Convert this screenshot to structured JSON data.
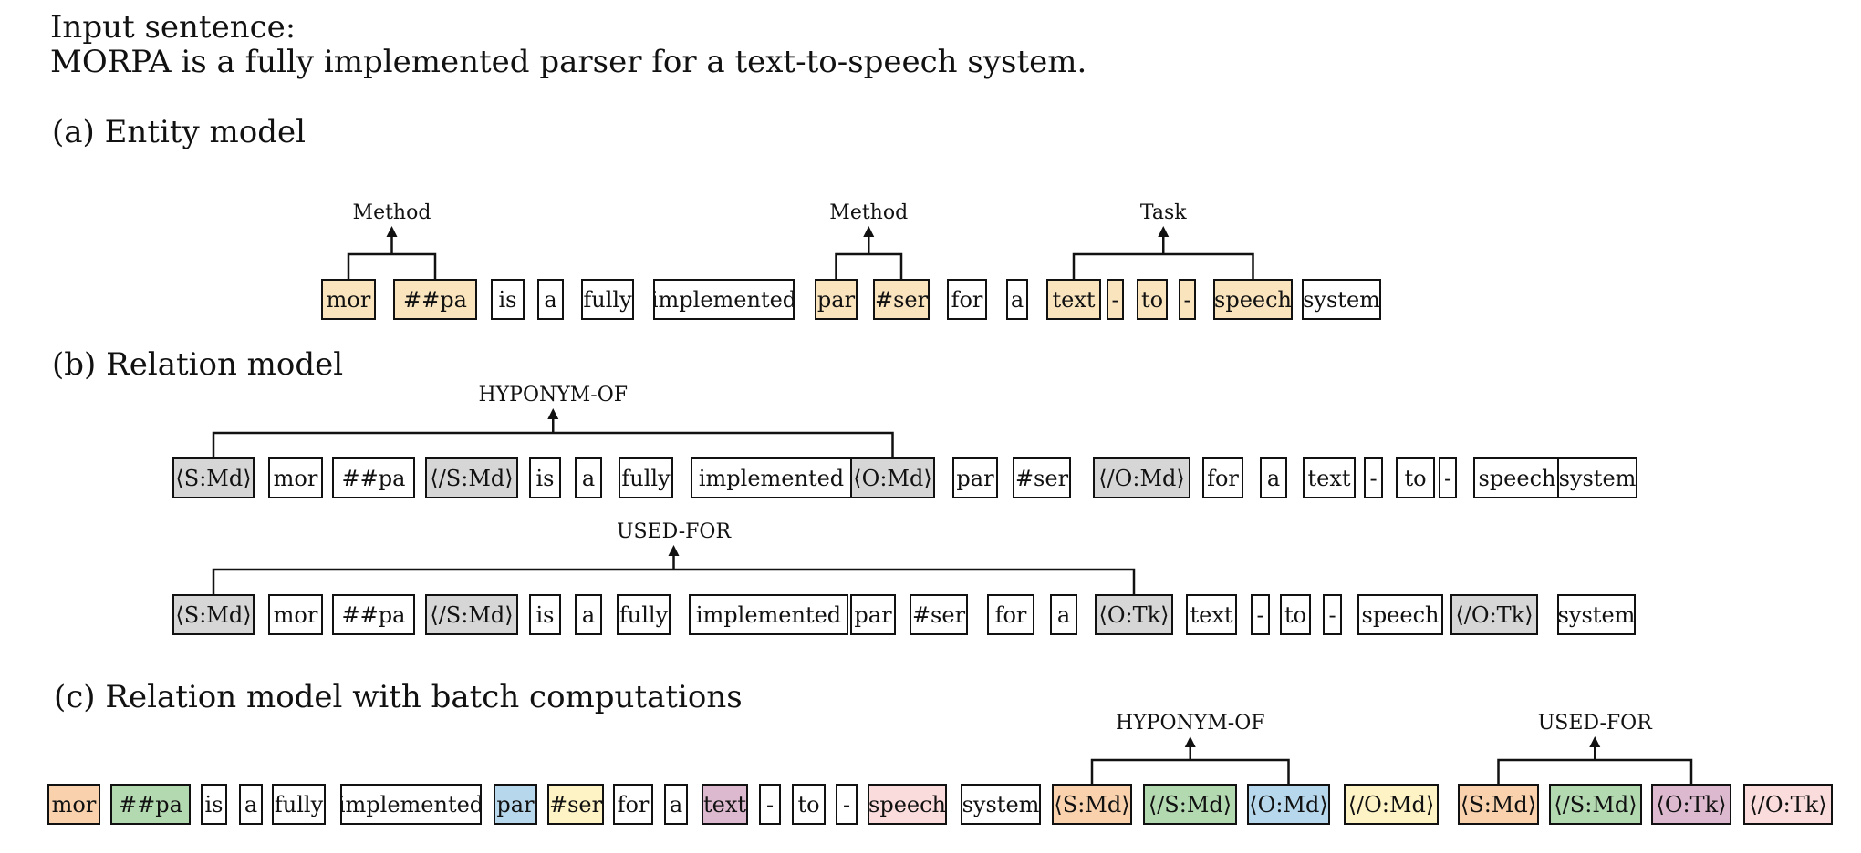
{
  "input": {
    "label": "Input sentence:",
    "sentence": "MORPA is a fully implemented parser for a text-to-speech system."
  },
  "panels": {
    "a": {
      "title": "(a) Entity model"
    },
    "b": {
      "title": "(b) Relation model"
    },
    "c": {
      "title": "(c) Relation model with batch computations"
    }
  },
  "colors": {
    "white": "#ffffff",
    "entity": "#f9e4bd",
    "marker": "#d6d6d6",
    "orange": "#f9d1ad",
    "green": "#b3d9b0",
    "blue": "#b6d7ec",
    "yellow": "#fdf3c4",
    "purple": "#ddb9cf",
    "pink": "#fbdcdc"
  },
  "rows": [
    {
      "id": "entity-row",
      "tokens": [
        {
          "t": "mor",
          "c": "entity"
        },
        {
          "t": "##pa",
          "c": "entity"
        },
        {
          "t": "is",
          "c": "white"
        },
        {
          "t": "a",
          "c": "white"
        },
        {
          "t": "fully",
          "c": "white"
        },
        {
          "t": "implemented",
          "c": "white"
        },
        {
          "t": "par",
          "c": "entity"
        },
        {
          "t": "#ser",
          "c": "entity"
        },
        {
          "t": "for",
          "c": "white"
        },
        {
          "t": "a",
          "c": "white"
        },
        {
          "t": "text",
          "c": "entity"
        },
        {
          "t": "-",
          "c": "entity"
        },
        {
          "t": "to",
          "c": "entity"
        },
        {
          "t": "-",
          "c": "entity"
        },
        {
          "t": "speech",
          "c": "entity"
        },
        {
          "t": "system",
          "c": "white"
        }
      ],
      "connectors": [
        {
          "label": "Method",
          "from": 0,
          "to": 1
        },
        {
          "label": "Method",
          "from": 6,
          "to": 7
        },
        {
          "label": "Task",
          "from": 10,
          "to": 14
        }
      ]
    },
    {
      "id": "relation-row-hyponym",
      "tokens": [
        {
          "t": "⟨S:Md⟩",
          "c": "marker"
        },
        {
          "t": "mor",
          "c": "white"
        },
        {
          "t": "##pa",
          "c": "white"
        },
        {
          "t": "⟨/S:Md⟩",
          "c": "marker"
        },
        {
          "t": "is",
          "c": "white"
        },
        {
          "t": "a",
          "c": "white"
        },
        {
          "t": "fully",
          "c": "white"
        },
        {
          "t": "implemented",
          "c": "white"
        },
        {
          "t": "⟨O:Md⟩",
          "c": "marker"
        },
        {
          "t": "par",
          "c": "white"
        },
        {
          "t": "#ser",
          "c": "white"
        },
        {
          "t": "⟨/O:Md⟩",
          "c": "marker"
        },
        {
          "t": "for",
          "c": "white"
        },
        {
          "t": "a",
          "c": "white"
        },
        {
          "t": "text",
          "c": "white"
        },
        {
          "t": "-",
          "c": "white"
        },
        {
          "t": "to",
          "c": "white"
        },
        {
          "t": "-",
          "c": "white"
        },
        {
          "t": "speech",
          "c": "white"
        },
        {
          "t": "system",
          "c": "white"
        }
      ],
      "connectors": [
        {
          "label": "HYPONYM-OF",
          "from": 0,
          "to": 8
        }
      ]
    },
    {
      "id": "relation-row-usedfor",
      "tokens": [
        {
          "t": "⟨S:Md⟩",
          "c": "marker"
        },
        {
          "t": "mor",
          "c": "white"
        },
        {
          "t": "##pa",
          "c": "white"
        },
        {
          "t": "⟨/S:Md⟩",
          "c": "marker"
        },
        {
          "t": "is",
          "c": "white"
        },
        {
          "t": "a",
          "c": "white"
        },
        {
          "t": "fully",
          "c": "white"
        },
        {
          "t": "implemented",
          "c": "white"
        },
        {
          "t": "par",
          "c": "white"
        },
        {
          "t": "#ser",
          "c": "white"
        },
        {
          "t": "for",
          "c": "white"
        },
        {
          "t": "a",
          "c": "white"
        },
        {
          "t": "⟨O:Tk⟩",
          "c": "marker"
        },
        {
          "t": "text",
          "c": "white"
        },
        {
          "t": "-",
          "c": "white"
        },
        {
          "t": "to",
          "c": "white"
        },
        {
          "t": "-",
          "c": "white"
        },
        {
          "t": "speech",
          "c": "white"
        },
        {
          "t": "⟨/O:Tk⟩",
          "c": "marker"
        },
        {
          "t": "system",
          "c": "white"
        }
      ],
      "connectors": [
        {
          "label": "USED-FOR",
          "from": 0,
          "to": 12
        }
      ]
    },
    {
      "id": "batch-row",
      "tokens": [
        {
          "t": "mor",
          "c": "orange"
        },
        {
          "t": "##pa",
          "c": "green"
        },
        {
          "t": "is",
          "c": "white"
        },
        {
          "t": "a",
          "c": "white"
        },
        {
          "t": "fully",
          "c": "white"
        },
        {
          "t": "implemented",
          "c": "white"
        },
        {
          "t": "par",
          "c": "blue"
        },
        {
          "t": "#ser",
          "c": "yellow"
        },
        {
          "t": "for",
          "c": "white"
        },
        {
          "t": "a",
          "c": "white"
        },
        {
          "t": "text",
          "c": "purple"
        },
        {
          "t": "-",
          "c": "white"
        },
        {
          "t": "to",
          "c": "white"
        },
        {
          "t": "-",
          "c": "white"
        },
        {
          "t": "speech",
          "c": "pink"
        },
        {
          "t": "system",
          "c": "white"
        },
        {
          "t": "⟨S:Md⟩",
          "c": "orange"
        },
        {
          "t": "⟨/S:Md⟩",
          "c": "green"
        },
        {
          "t": "⟨O:Md⟩",
          "c": "blue"
        },
        {
          "t": "⟨/O:Md⟩",
          "c": "yellow"
        },
        {
          "t": "⟨S:Md⟩",
          "c": "orange"
        },
        {
          "t": "⟨/S:Md⟩",
          "c": "green"
        },
        {
          "t": "⟨O:Tk⟩",
          "c": "purple"
        },
        {
          "t": "⟨/O:Tk⟩",
          "c": "pink"
        }
      ],
      "connectors": [
        {
          "label": "HYPONYM-OF",
          "from": 16,
          "to": 18
        },
        {
          "label": "USED-FOR",
          "from": 20,
          "to": 22
        }
      ]
    }
  ]
}
